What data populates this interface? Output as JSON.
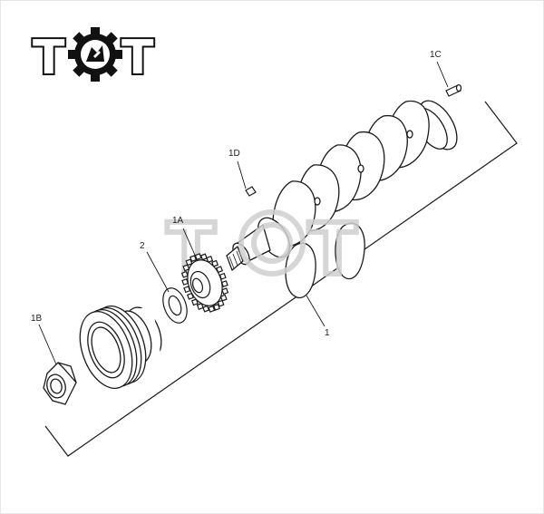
{
  "logo": {
    "letters": [
      "T",
      "O",
      "T"
    ],
    "color": "#111111"
  },
  "watermark": {
    "letters": [
      "T",
      "O",
      "T"
    ],
    "color": "#d8d8d8"
  },
  "callouts": {
    "part_1": "1",
    "part_1A": "1A",
    "part_1B": "1B",
    "part_1C": "1C",
    "part_1D": "1D",
    "part_2": "2"
  },
  "colors": {
    "line": "#1a1a1a",
    "fill": "#ffffff"
  }
}
